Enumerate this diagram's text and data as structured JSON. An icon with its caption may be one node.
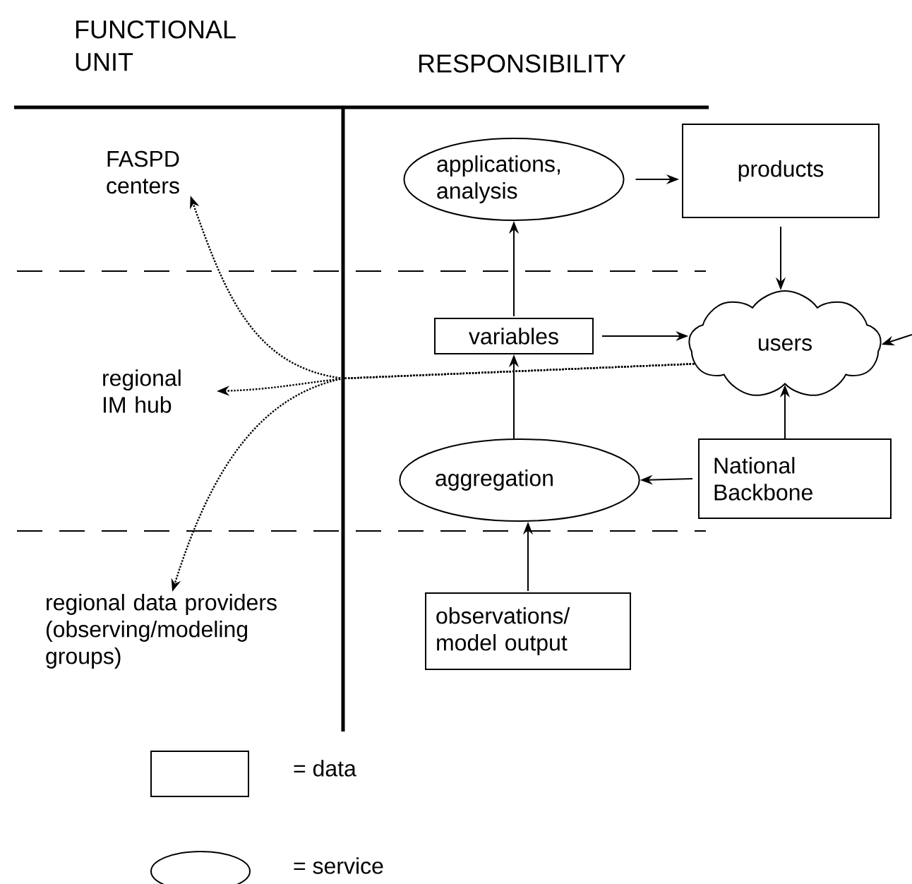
{
  "diagram": {
    "nodes": [
      {
        "text": [
          "FASPD centers"
        ]
      },
      {
        "text": [
          "regional IM hub"
        ]
      },
      {
        "text": [
          "regional data providers (observing/modeling groups)"
        ]
      },
      {
        "text": [
          "applications, analysis"
        ]
      },
      {
        "text": [
          "products"
        ]
      },
      {
        "text": [
          "variables"
        ]
      },
      {
        "text": [
          "users"
        ]
      },
      {
        "text": [
          "aggregation"
        ]
      },
      {
        "text": [
          "National Backbone"
        ]
      },
      {
        "text": [
          "observations/ model output"
        ]
      }
    ],
    "edges": [
      {
        "from": 3,
        "to": 4,
        "arrow": "to"
      },
      {
        "from": 4,
        "to": 6,
        "arrow": "to"
      },
      {
        "from": 5,
        "to": 3,
        "arrow": "to"
      },
      {
        "from": 5,
        "to": 6,
        "arrow": "to"
      },
      {
        "from": 7,
        "to": 5,
        "arrow": "to"
      },
      {
        "from": 8,
        "to": 7,
        "arrow": "to"
      },
      {
        "from": 8,
        "to": 6,
        "arrow": "to"
      },
      {
        "from": 9,
        "to": 7,
        "arrow": "to"
      },
      {
        "from": 6,
        "to": 0,
        "arrow": "to",
        "style": "dashed"
      },
      {
        "from": 6,
        "to": 1,
        "arrow": "to",
        "style": "dashed"
      },
      {
        "from": 6,
        "to": 2,
        "arrow": "to",
        "style": "dashed"
      },
      {
        "from": null,
        "to": 6,
        "arrow": "to"
      }
    ],
    "labels": [
      "FUNCTIONAL UNIT",
      "RESPONSIBILITY"
    ],
    "legend": [
      {
        "text": "= data"
      },
      {
        "text": "= service"
      }
    ]
  }
}
